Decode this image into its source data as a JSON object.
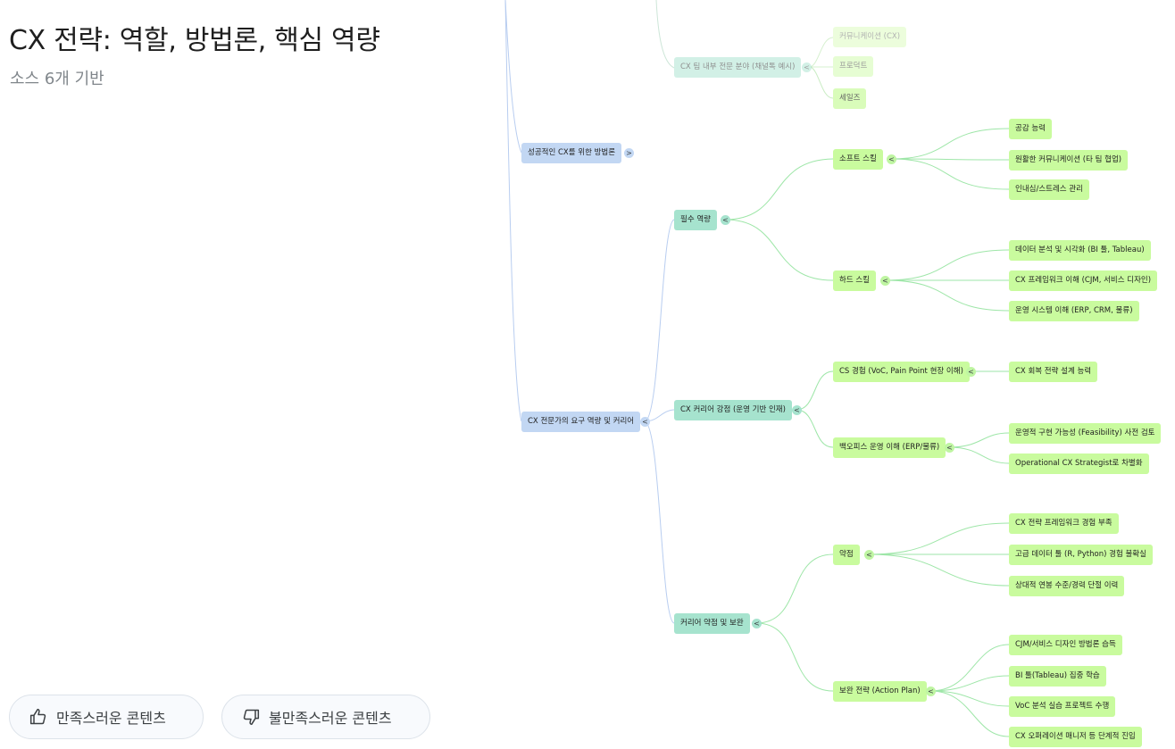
{
  "header": {
    "title": "CX 전략: 역할, 방법론, 핵심 역량",
    "subtitle": "소스 6개 기반"
  },
  "feedback": {
    "like_label": "만족스러운 콘텐츠",
    "dislike_label": "불만족스러운 콘텐츠"
  },
  "mindmap": {
    "level1": [
      {
        "label": "성공적인 CX를 위한 방법론",
        "toggle": ">"
      },
      {
        "label": "CX 전문가의 요구 역량 및 커리어",
        "toggle": "<"
      }
    ],
    "team_area": {
      "label": "CX 팀 내부 전문 분야 (채널톡 예시)",
      "toggle": "<",
      "children": [
        "커뮤니케이션 (CX)",
        "프로덕트",
        "세일즈"
      ]
    },
    "level2": [
      {
        "label": "필수 역량",
        "toggle": "<"
      },
      {
        "label": "CX 커리어 강점 (운영 기반 인재)",
        "toggle": "<"
      },
      {
        "label": "커리어 약점 및 보완",
        "toggle": "<"
      }
    ],
    "level3": [
      {
        "label": "소프트 스킬",
        "toggle": "<"
      },
      {
        "label": "하드 스킬",
        "toggle": "<"
      },
      {
        "label": "CS 경험 (VoC, Pain Point 현장 이해)",
        "toggle": "<"
      },
      {
        "label": "백오피스 운영 이해 (ERP/물류)",
        "toggle": "<"
      },
      {
        "label": "약점",
        "toggle": "<"
      },
      {
        "label": "보완 전략 (Action Plan)",
        "toggle": "<"
      }
    ],
    "level4": [
      "공감 능력",
      "원활한 커뮤니케이션 (타 팀 협업)",
      "인내심/스트레스 관리",
      "데이터 분석 및 시각화 (BI 툴, Tableau)",
      "CX 프레임워크 이해 (CJM, 서비스 디자인)",
      "운영 시스템 이해 (ERP, CRM, 물류)",
      "CX 회복 전략 설계 능력",
      "운영적 구현 가능성 (Feasibility) 사전 검토",
      "Operational CX Strategist로 차별화",
      "CX 전략 프레임워크 경험 부족",
      "고급 데이터 툴 (R, Python) 경험 불확실",
      "상대적 연봉 수준/경력 단절 이력",
      "CJM/서비스 디자인 방법론 습득",
      "BI 툴(Tableau) 집중 학습",
      "VoC 분석 실습 프로젝트 수행",
      "CX 오퍼레이션 매니저 등 단계적 진입"
    ]
  },
  "colors": {
    "level1": "#c2d7f3",
    "level2": "#a6e3ce",
    "level3": "#c9fb9e",
    "link_blue": "#b8cdf0",
    "link_green": "#9ee6a8"
  }
}
